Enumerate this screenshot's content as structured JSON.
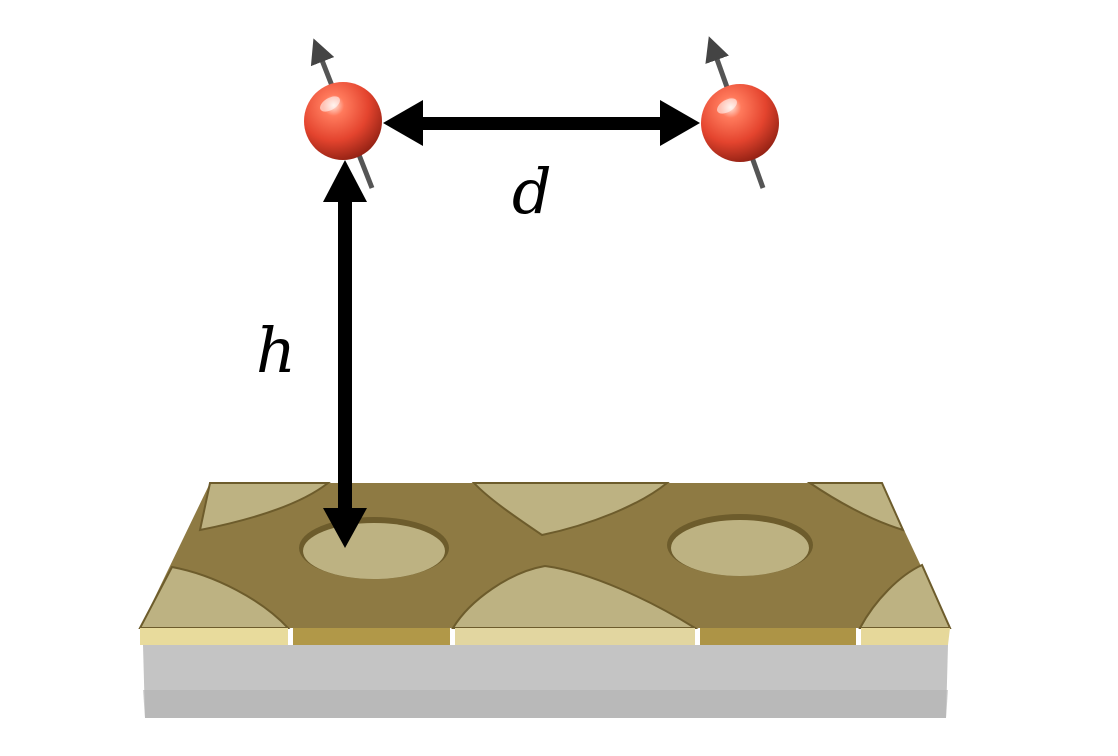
{
  "labels": {
    "distance_between_atoms": "d",
    "height_above_surface": "h"
  },
  "colors": {
    "atom": "#e4442e",
    "atom_highlight": "#ffd0c0",
    "spin_arrow": "#555555",
    "arrow": "#000000",
    "gold_light": "#bdb281",
    "gold_dark": "#8a7641",
    "gold_edge_light": "#e6d89a",
    "gold_edge_dark": "#b0944a",
    "substrate_top": "#c8c8c8",
    "substrate_side": "#b4b4b4"
  },
  "icons": {
    "atoms": [
      "spin-atom-icon",
      "spin-atom-icon"
    ],
    "surface": "patterned-gold-metasurface"
  }
}
